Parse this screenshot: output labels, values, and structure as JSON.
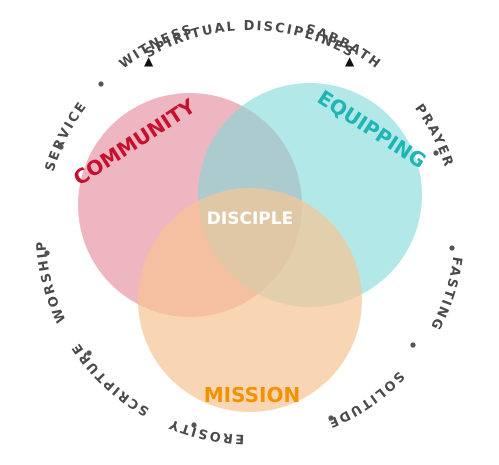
{
  "header": {
    "label": "SPIRITUAL DISCIPLINES"
  },
  "center": {
    "label": "DISCIPLE"
  },
  "circles": {
    "community": {
      "label": "COMMUNITY",
      "fill": "#e38fa0",
      "text_color": "#c8102e"
    },
    "equipping": {
      "label": "EQUIPPING",
      "fill": "#7fd8d8",
      "text_color": "#1fb5b5"
    },
    "mission": {
      "label": "MISSION",
      "fill": "#f7c593",
      "text_color": "#f39200"
    }
  },
  "disciplines": {
    "left": [
      "WITNESS",
      "SERVICE",
      "WORSHIP",
      "SCRIPTURE"
    ],
    "right": [
      "SABBATH",
      "PRAYER",
      "FASTING",
      "SOLITUDE"
    ],
    "bottom": "GENEROSITY"
  },
  "colors": {
    "ring_text": "#4a4a4a",
    "dot": "#555555"
  }
}
